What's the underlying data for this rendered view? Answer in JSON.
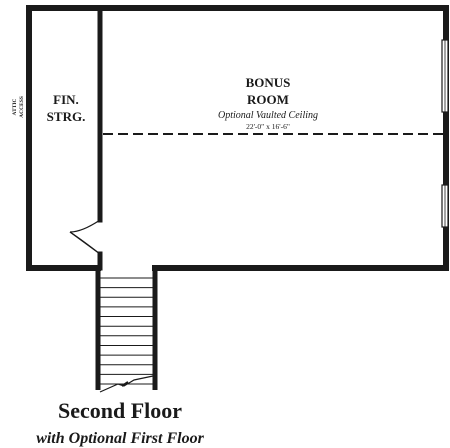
{
  "rooms": {
    "fin_storage": {
      "line1": "FIN.",
      "line2": "STRG."
    },
    "bonus_room": {
      "line1": "BONUS",
      "line2": "ROOM",
      "note": "Optional Vaulted Ceiling",
      "dimensions": "22'-0\" x 16'-6\""
    }
  },
  "attic_access": {
    "line1": "ATTIC",
    "line2": "ACCESS"
  },
  "caption": {
    "title": "Second Floor",
    "subtitle": "with Optional First Floor"
  },
  "stairs": {
    "treads": 12
  },
  "colors": {
    "wall": "#1a1a1a",
    "background": "#ffffff",
    "text": "#1a1a1a"
  }
}
